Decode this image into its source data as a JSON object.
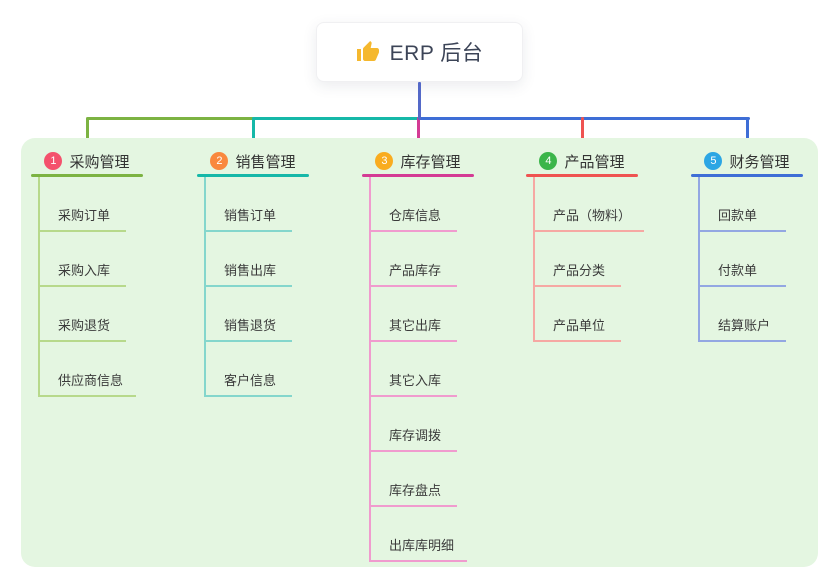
{
  "root": {
    "label": "ERP 后台",
    "icon": "thumbs-up-icon"
  },
  "colors": {
    "page_bg": "#ffffff",
    "panel_bg": "#e4f6e1",
    "root_line": "#5469c8",
    "root_text": "#3c4457",
    "thumb_yellow": "#f5b82e"
  },
  "branches": [
    {
      "num": "1",
      "label": "采购管理",
      "badge_color": "#f4516c",
      "line_color": "#7cb342",
      "light_color": "#b7d98b",
      "items": [
        "采购订单",
        "采购入库",
        "采购退货",
        "供应商信息"
      ]
    },
    {
      "num": "2",
      "label": "销售管理",
      "badge_color": "#f9883e",
      "line_color": "#16b8a8",
      "light_color": "#84d6cc",
      "items": [
        "销售订单",
        "销售出库",
        "销售退货",
        "客户信息"
      ]
    },
    {
      "num": "3",
      "label": "库存管理",
      "badge_color": "#f9ac1f",
      "line_color": "#d43b94",
      "light_color": "#f09bce",
      "items": [
        "仓库信息",
        "产品库存",
        "其它出库",
        "其它入库",
        "库存调拨",
        "库存盘点",
        "出库库明细"
      ]
    },
    {
      "num": "4",
      "label": "产品管理",
      "badge_color": "#3bb54a",
      "line_color": "#ef5351",
      "light_color": "#f6a8a3",
      "items": [
        "产品（物料）",
        "产品分类",
        "产品单位"
      ]
    },
    {
      "num": "5",
      "label": "财务管理",
      "badge_color": "#2ca6e4",
      "line_color": "#3e6ed6",
      "light_color": "#93a7e2",
      "items": [
        "回款单",
        "付款单",
        "结算账户"
      ]
    }
  ]
}
